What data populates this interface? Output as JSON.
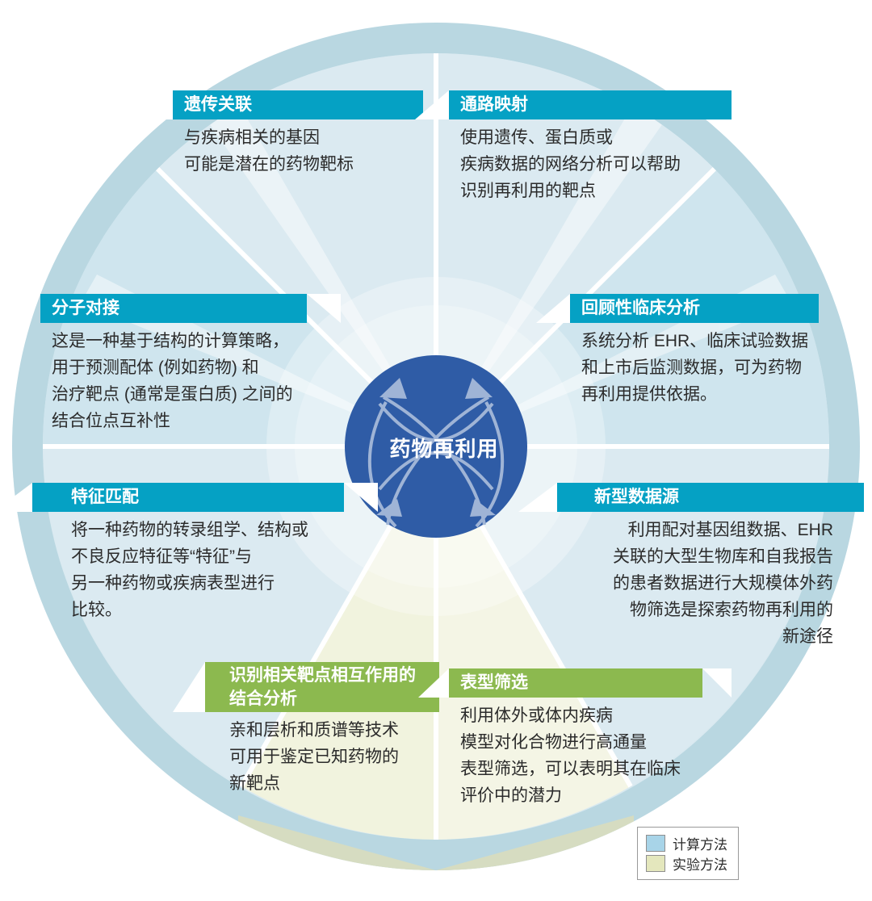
{
  "diagram": {
    "center": {
      "label": "药物再利用",
      "color": "#2f5ca6",
      "arrow_color": "#9fb4d6"
    },
    "legend": {
      "items": [
        {
          "label": "计算方法",
          "color": "#a8d4e8"
        },
        {
          "label": "实验方法",
          "color": "#e4e7bd"
        }
      ]
    },
    "segments": [
      {
        "id": "genetic-association",
        "title": "遗传关联",
        "body": "与疾病相关的基因\n可能是潜在的药物靶标",
        "category": "computational",
        "bar_color": "#05a1c4",
        "fill_color": "#d9e9f0"
      },
      {
        "id": "pathway-mapping",
        "title": "通路映射",
        "body": "使用遗传、蛋白质或\n疾病数据的网络分析可以帮助\n识别再利用的靶点",
        "category": "computational",
        "bar_color": "#05a1c4",
        "fill_color": "#d9e9f0"
      },
      {
        "id": "molecular-docking",
        "title": "分子对接",
        "body": "这是一种基于结构的计算策略，\n用于预测配体 (例如药物) 和\n治疗靶点 (通常是蛋白质) 之间的\n结合位点互补性",
        "category": "computational",
        "bar_color": "#05a1c4",
        "fill_color": "#cfe4ee"
      },
      {
        "id": "retrospective-clinical-analysis",
        "title": "回顾性临床分析",
        "body": "系统分析 EHR、临床试验数据\n和上市后监测数据，可为药物\n再利用提供依据。",
        "category": "computational",
        "bar_color": "#05a1c4",
        "fill_color": "#cfe4ee"
      },
      {
        "id": "signature-matching",
        "title": "特征匹配",
        "body": "将一种药物的转录组学、结构或\n不良反应特征等“特征”与\n另一种药物或疾病表型进行\n比较。",
        "category": "computational",
        "bar_color": "#05a1c4",
        "fill_color": "#d9e9f0"
      },
      {
        "id": "novel-data-sources",
        "title": "新型数据源",
        "body": "利用配对基因组数据、EHR\n关联的大型生物库和自我报告\n的患者数据进行大规模体外药\n物筛选是探索药物再利用的\n新途径",
        "category": "computational",
        "bar_color": "#05a1c4",
        "fill_color": "#d9e9f0"
      },
      {
        "id": "binding-assays",
        "title": "识别相关靶点相互作用的\n结合分析",
        "body": "亲和层析和质谱等技术\n可用于鉴定已知药物的\n新靶点",
        "category": "experimental",
        "bar_color": "#8cb94f",
        "fill_color": "#f2f4e0"
      },
      {
        "id": "phenotypic-screening",
        "title": "表型筛选",
        "body": "利用体外或体内疾病\n模型对化合物进行高通量\n表型筛选，可以表明其在临床\n评价中的潜力",
        "category": "experimental",
        "bar_color": "#8cb94f",
        "fill_color": "#f2f4e0"
      }
    ]
  }
}
